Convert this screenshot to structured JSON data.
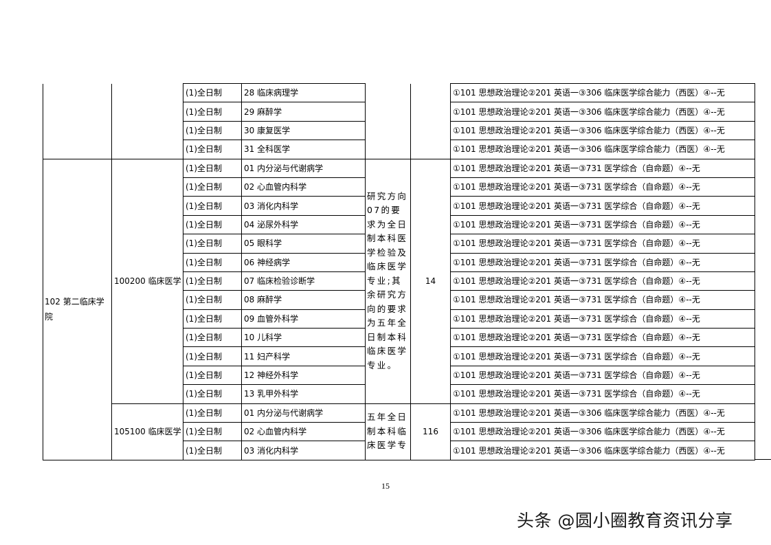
{
  "page_number": "15",
  "watermark": "头条 @圆小圈教育资讯分享",
  "continued_section": {
    "rows": [
      {
        "mode": "(1)全日制",
        "direction": "28 临床病理学",
        "exam": "①101 思想政治理论②201 英语一③306 临床医学综合能力（西医）④--无"
      },
      {
        "mode": "(1)全日制",
        "direction": "29 麻醉学",
        "exam": "①101 思想政治理论②201 英语一③306 临床医学综合能力（西医）④--无"
      },
      {
        "mode": "(1)全日制",
        "direction": "30 康复医学",
        "exam": "①101 思想政治理论②201 英语一③306 临床医学综合能力（西医）④--无"
      },
      {
        "mode": "(1)全日制",
        "direction": "31 全科医学",
        "exam": "①101 思想政治理论②201 英语一③306 临床医学综合能力（西医）④--无"
      }
    ]
  },
  "department": {
    "name": "102 第二临床学院",
    "majors": [
      {
        "name": "100200 临床医学",
        "requirement": "研究方向07的要求为全日制本科医学检验及临床医学专业;其余研究方向的要求为五年全日制本科临床医学专业。",
        "quota": "14",
        "rows": [
          {
            "mode": "(1)全日制",
            "direction": "01 内分泌与代谢病学",
            "exam": "①101 思想政治理论②201 英语一③731 医学综合（自命题）④--无"
          },
          {
            "mode": "(1)全日制",
            "direction": "02 心血管内科学",
            "exam": "①101 思想政治理论②201 英语一③731 医学综合（自命题）④--无"
          },
          {
            "mode": "(1)全日制",
            "direction": "03 消化内科学",
            "exam": "①101 思想政治理论②201 英语一③731 医学综合（自命题）④--无"
          },
          {
            "mode": "(1)全日制",
            "direction": "04 泌尿外科学",
            "exam": "①101 思想政治理论②201 英语一③731 医学综合（自命题）④--无"
          },
          {
            "mode": "(1)全日制",
            "direction": "05 眼科学",
            "exam": "①101 思想政治理论②201 英语一③731 医学综合（自命题）④--无"
          },
          {
            "mode": "(1)全日制",
            "direction": "06 神经病学",
            "exam": "①101 思想政治理论②201 英语一③731 医学综合（自命题）④--无"
          },
          {
            "mode": "(1)全日制",
            "direction": "07 临床检验诊断学",
            "exam": "①101 思想政治理论②201 英语一③731 医学综合（自命题）④--无"
          },
          {
            "mode": "(1)全日制",
            "direction": "08 麻醉学",
            "exam": "①101 思想政治理论②201 英语一③731 医学综合（自命题）④--无"
          },
          {
            "mode": "(1)全日制",
            "direction": "09 血管外科学",
            "exam": "①101 思想政治理论②201 英语一③731 医学综合（自命题）④--无"
          },
          {
            "mode": "(1)全日制",
            "direction": "10 儿科学",
            "exam": "①101 思想政治理论②201 英语一③731 医学综合（自命题）④--无"
          },
          {
            "mode": "(1)全日制",
            "direction": "11 妇产科学",
            "exam": "①101 思想政治理论②201 英语一③731 医学综合（自命题）④--无"
          },
          {
            "mode": "(1)全日制",
            "direction": "12 神经外科学",
            "exam": "①101 思想政治理论②201 英语一③731 医学综合（自命题）④--无"
          },
          {
            "mode": "(1)全日制",
            "direction": "13 乳甲外科学",
            "exam": "①101 思想政治理论②201 英语一③731 医学综合（自命题）④--无"
          }
        ]
      },
      {
        "name": "105100 临床医学",
        "requirement": "五年全日制本科临床医学专",
        "quota": "116",
        "rows": [
          {
            "mode": "(1)全日制",
            "direction": "01 内分泌与代谢病学",
            "exam": "①101 思想政治理论②201 英语一③306 临床医学综合能力（西医）④--无"
          },
          {
            "mode": "(1)全日制",
            "direction": "02 心血管内科学",
            "exam": "①101 思想政治理论②201 英语一③306 临床医学综合能力（西医）④--无"
          },
          {
            "mode": "(1)全日制",
            "direction": "03 消化内科学",
            "exam": "①101 思想政治理论②201 英语一③306 临床医学综合能力（西医）④--无"
          }
        ]
      }
    ]
  }
}
